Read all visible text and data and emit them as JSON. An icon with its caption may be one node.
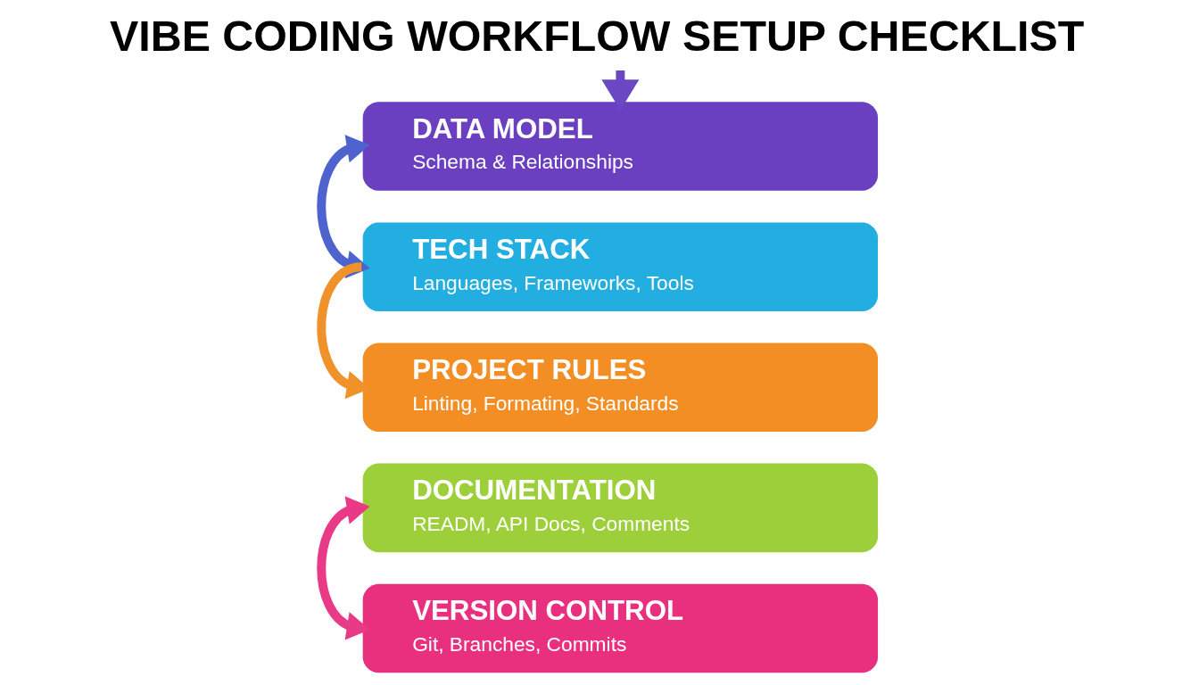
{
  "diagram": {
    "title": "VIBE CODING WORKFLOW SETUP CHECKLIST",
    "nodes": [
      {
        "text": [
          "DATA MODEL",
          "Schema & Relationships"
        ]
      },
      {
        "text": [
          "TECH STACK",
          "Languages, Frameworks, Tools"
        ]
      },
      {
        "text": [
          "PROJECT RULES",
          "Linting, Formating, Standards"
        ]
      },
      {
        "text": [
          "DOCUMENTATION",
          "READM, API Docs, Comments"
        ]
      },
      {
        "text": [
          "VERSION CONTROL",
          "Git, Branches, Commits"
        ]
      }
    ],
    "edges": [
      {
        "from": null,
        "to": 0,
        "arrow": "to",
        "color": "#6a48c4"
      },
      {
        "from": 0,
        "to": 1,
        "arrow": "both",
        "color": "#4f63cf"
      },
      {
        "from": 1,
        "to": 2,
        "arrow": "to",
        "color": "#f0922a"
      },
      {
        "from": 3,
        "to": 4,
        "arrow": "both",
        "color": "#e83a86"
      }
    ]
  }
}
